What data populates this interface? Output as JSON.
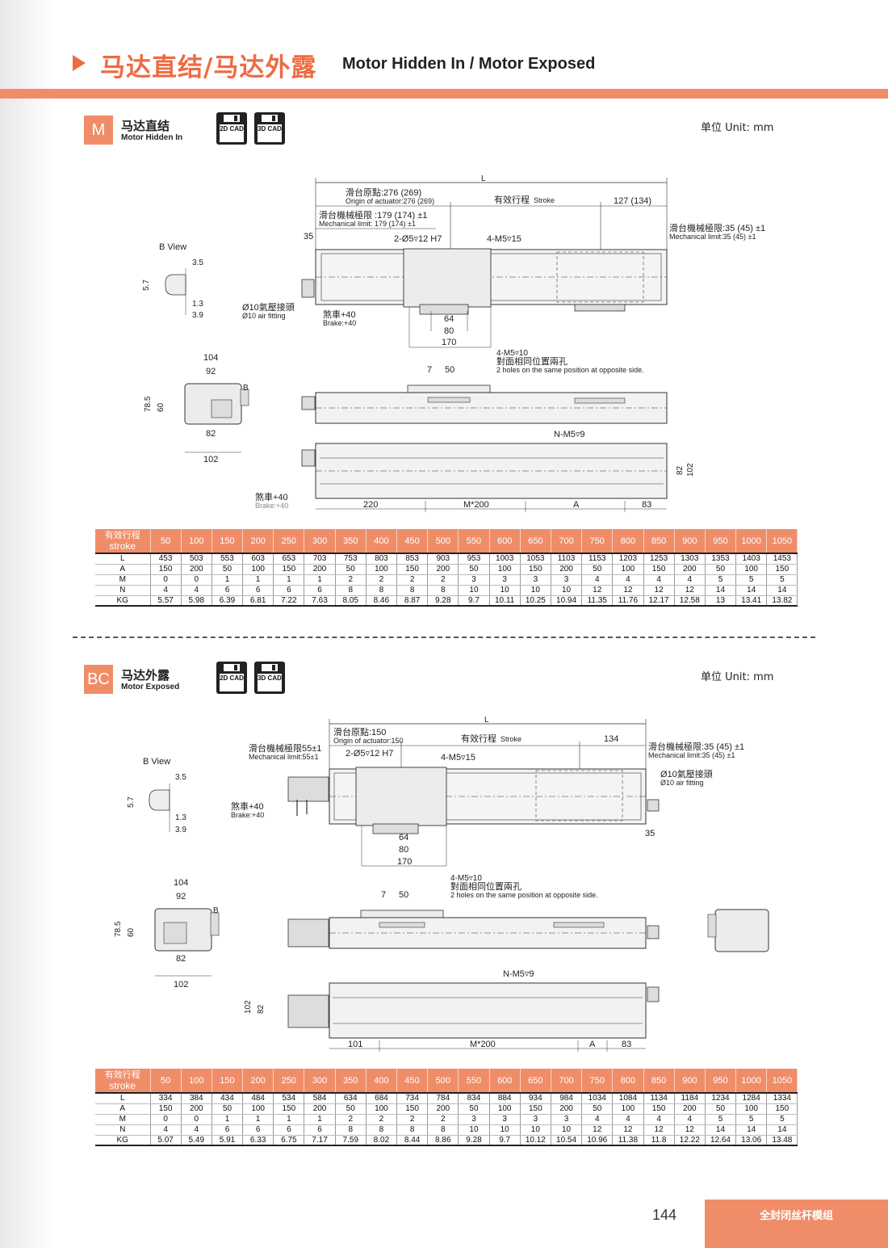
{
  "header": {
    "title_cn": "马达直结/马达外露",
    "title_en": "Motor Hidden In / Motor Exposed"
  },
  "icons": {
    "play": "play-triangle-icon",
    "cad": "floppy-disk-icon"
  },
  "colors": {
    "accent": "#f08d69",
    "accent_dark": "#ee6b42"
  },
  "sectionM": {
    "code": "M",
    "title_cn": "马达直结",
    "title_en": "Motor Hidden In",
    "cad2d": "2D CAD",
    "cad3d": "3D CAD",
    "unit": "单位 Unit: mm",
    "labels": {
      "L": "L",
      "origin_cn": "滑台原點:276 (269)",
      "origin_en": "Origin of actuator:276 (269)",
      "stroke_cn": "有效行程",
      "stroke_en": "Stroke",
      "d127": "127 (134)",
      "mech_left_cn": "滑台機械極限 :179 (174) ±1",
      "mech_left_en": "Mechanical limit: 179 (174) ±1",
      "mech_right_cn": "滑台機械極限:35 (45) ±1",
      "mech_right_en": "Mechanical limit:35 (45) ±1",
      "d35": "35",
      "holes_h7": "2-Ø5▿12 H7",
      "m5_15": "4-M5▿15",
      "bview": "B View",
      "d3_5": "3.5",
      "d5_7": "5.7",
      "d1_3": "1.3",
      "d3_9": "3.9",
      "air_cn": "Ø10氣壓接頭",
      "air_en": "Ø10 air fitting",
      "brake_cn": "煞車+40",
      "brake_en": "Brake:+40",
      "d64": "64",
      "d80": "80",
      "d170": "170",
      "m5_10": "4-M5▿10",
      "opp_cn": "對面相同位置兩孔",
      "opp_en": "2 holes on the same position at opposite side.",
      "d104": "104",
      "d92": "92",
      "d78_5": "78.5",
      "d60": "60",
      "d82": "82",
      "d102": "102",
      "dB": "B",
      "d7": "7",
      "d50": "50",
      "nm5": "N-M5▿9",
      "d220": "220",
      "m200": "M*200",
      "dA": "A",
      "d83": "83"
    },
    "table": {
      "header_cn": "有效行程",
      "header_en": "stroke",
      "strokes": [
        "50",
        "100",
        "150",
        "200",
        "250",
        "300",
        "350",
        "400",
        "450",
        "500",
        "550",
        "600",
        "650",
        "700",
        "750",
        "800",
        "850",
        "900",
        "950",
        "1000",
        "1050"
      ],
      "rows": [
        {
          "label": "L",
          "values": [
            "453",
            "503",
            "553",
            "603",
            "653",
            "703",
            "753",
            "803",
            "853",
            "903",
            "953",
            "1003",
            "1053",
            "1103",
            "1153",
            "1203",
            "1253",
            "1303",
            "1353",
            "1403",
            "1453"
          ]
        },
        {
          "label": "A",
          "values": [
            "150",
            "200",
            "50",
            "100",
            "150",
            "200",
            "50",
            "100",
            "150",
            "200",
            "50",
            "100",
            "150",
            "200",
            "50",
            "100",
            "150",
            "200",
            "50",
            "100",
            "150"
          ]
        },
        {
          "label": "M",
          "values": [
            "0",
            "0",
            "1",
            "1",
            "1",
            "1",
            "2",
            "2",
            "2",
            "2",
            "3",
            "3",
            "3",
            "3",
            "4",
            "4",
            "4",
            "4",
            "5",
            "5",
            "5"
          ]
        },
        {
          "label": "N",
          "values": [
            "4",
            "4",
            "6",
            "6",
            "6",
            "6",
            "8",
            "8",
            "8",
            "8",
            "10",
            "10",
            "10",
            "10",
            "12",
            "12",
            "12",
            "12",
            "14",
            "14",
            "14"
          ]
        },
        {
          "label": "KG",
          "values": [
            "5.57",
            "5.98",
            "6.39",
            "6.81",
            "7.22",
            "7.63",
            "8.05",
            "8.46",
            "8.87",
            "9.28",
            "9.7",
            "10.11",
            "10.25",
            "10.94",
            "11.35",
            "11.76",
            "12.17",
            "12.58",
            "13",
            "13.41",
            "13.82"
          ]
        }
      ]
    }
  },
  "sectionBC": {
    "code": "BC",
    "title_cn": "马达外露",
    "title_en": "Motor Exposed",
    "cad2d": "2D CAD",
    "cad3d": "3D CAD",
    "unit": "单位 Unit: mm",
    "labels": {
      "L": "L",
      "origin_cn": "滑台原點:150",
      "origin_en": "Origin of actuator:150",
      "stroke_cn": "有效行程",
      "stroke_en": "Stroke",
      "d134": "134",
      "mech_left_cn": "滑台機械極限55±1",
      "mech_left_en": "Mechanical limit:55±1",
      "mech_right_cn": "滑台機械極限:35 (45) ±1",
      "mech_right_en": "Mechanical limit:35 (45) ±1",
      "holes_h7": "2-Ø5▿12 H7",
      "m5_15": "4-M5▿15",
      "air_cn": "Ø10氣壓接頭",
      "air_en": "Ø10 air fitting",
      "bview": "B View",
      "d3_5": "3.5",
      "d5_7": "5.7",
      "d1_3": "1.3",
      "d3_9": "3.9",
      "brake_cn": "煞車+40",
      "brake_en": "Brake:+40",
      "d35": "35",
      "d64": "64",
      "d80": "80",
      "d170": "170",
      "m5_10": "4-M5▿10",
      "opp_cn": "對面相同位置兩孔",
      "opp_en": "2 holes on the same position at opposite side.",
      "d104": "104",
      "d92": "92",
      "d78_5": "78.5",
      "d60": "60",
      "d82": "82",
      "d102": "102",
      "dB": "B",
      "d7": "7",
      "d50": "50",
      "nm5": "N-M5▿9",
      "d101": "101",
      "m200": "M*200",
      "dA": "A",
      "d83": "83"
    },
    "table": {
      "header_cn": "有效行程",
      "header_en": "stroke",
      "strokes": [
        "50",
        "100",
        "150",
        "200",
        "250",
        "300",
        "350",
        "400",
        "450",
        "500",
        "550",
        "600",
        "650",
        "700",
        "750",
        "800",
        "850",
        "900",
        "950",
        "1000",
        "1050"
      ],
      "rows": [
        {
          "label": "L",
          "values": [
            "334",
            "384",
            "434",
            "484",
            "534",
            "584",
            "634",
            "684",
            "734",
            "784",
            "834",
            "884",
            "934",
            "984",
            "1034",
            "1084",
            "1134",
            "1184",
            "1234",
            "1284",
            "1334"
          ]
        },
        {
          "label": "A",
          "values": [
            "150",
            "200",
            "50",
            "100",
            "150",
            "200",
            "50",
            "100",
            "150",
            "200",
            "50",
            "100",
            "150",
            "200",
            "50",
            "100",
            "150",
            "200",
            "50",
            "100",
            "150"
          ]
        },
        {
          "label": "M",
          "values": [
            "0",
            "0",
            "1",
            "1",
            "1",
            "1",
            "2",
            "2",
            "2",
            "2",
            "3",
            "3",
            "3",
            "3",
            "4",
            "4",
            "4",
            "4",
            "5",
            "5",
            "5"
          ]
        },
        {
          "label": "N",
          "values": [
            "4",
            "4",
            "6",
            "6",
            "6",
            "6",
            "8",
            "8",
            "8",
            "8",
            "10",
            "10",
            "10",
            "10",
            "12",
            "12",
            "12",
            "12",
            "14",
            "14",
            "14"
          ]
        },
        {
          "label": "KG",
          "values": [
            "5.07",
            "5.49",
            "5.91",
            "6.33",
            "6.75",
            "7.17",
            "7.59",
            "8.02",
            "8.44",
            "8.86",
            "9.28",
            "9.7",
            "10.12",
            "10.54",
            "10.96",
            "11.38",
            "11.8",
            "12.22",
            "12.64",
            "13.06",
            "13.48"
          ]
        }
      ]
    }
  },
  "footer": {
    "page": "144",
    "tag": "全封闭丝杆模组"
  }
}
